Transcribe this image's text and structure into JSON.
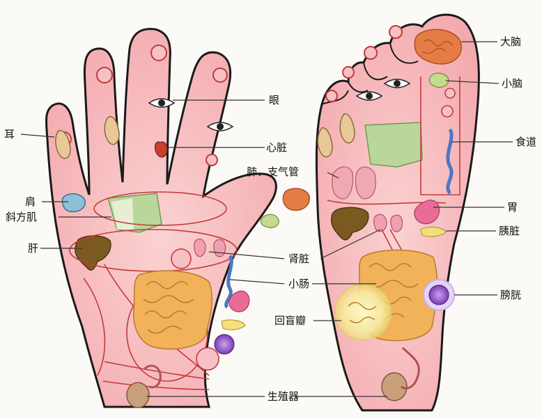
{
  "labels": {
    "ear": "耳",
    "shoulder": "肩",
    "trapezius": "斜方肌",
    "liver": "肝",
    "eye": "眼",
    "heart": "心脏",
    "lungs": "肺、支气管",
    "kidney": "肾脏",
    "small_intestine": "小肠",
    "ileocecal_valve": "回盲瓣",
    "reproductive": "生殖器",
    "cerebrum": "大脑",
    "cerebellum": "小脑",
    "esophagus": "食道",
    "stomach": "胃",
    "pancreas": "胰脏",
    "bladder": "膀胱"
  },
  "colors": {
    "skin": "#f6bcc0",
    "skin_outline": "#1a1a1a",
    "red_lines": "#c43a3a",
    "intestine": "#f2b25a",
    "organ_green": "#b9d79a",
    "liver": "#7b5a22",
    "bladder": "#8a4fc0"
  }
}
